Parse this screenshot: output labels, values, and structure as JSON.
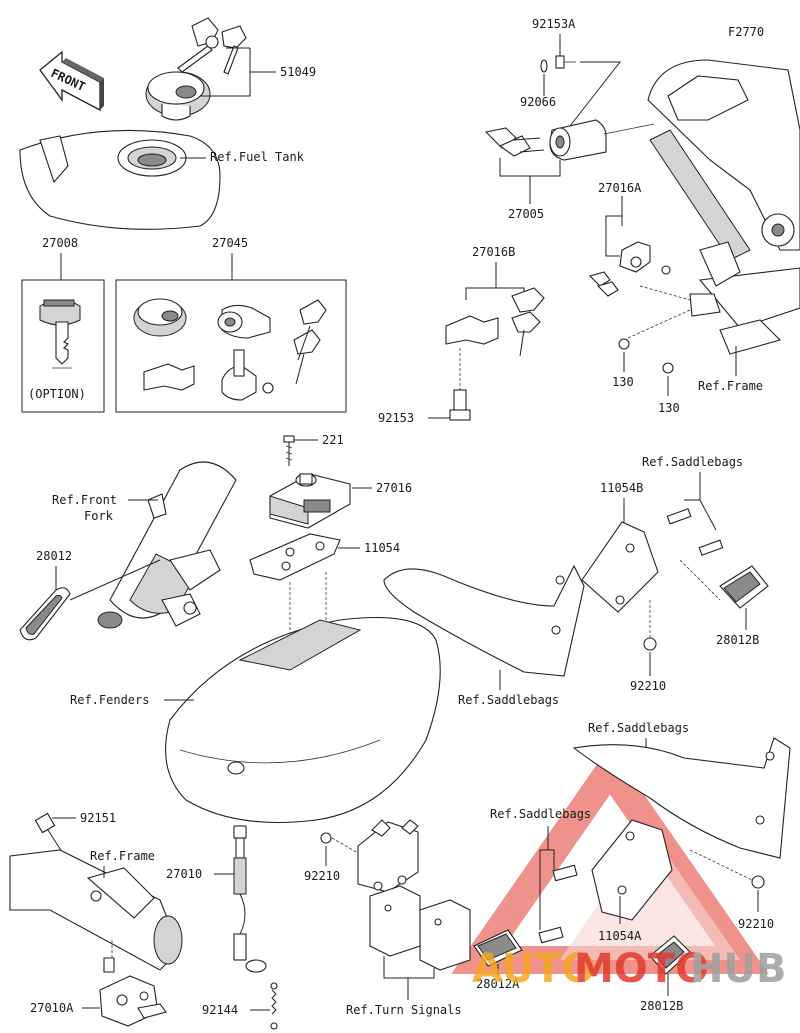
{
  "figure_code": "F2770",
  "front_arrow_label": "FRONT",
  "parts": {
    "p51049": "51049",
    "p27005": "27005",
    "p92153A": "92153A",
    "p92066": "92066",
    "p27016A": "27016A",
    "p27016B": "27016B",
    "p27008": "27008",
    "p27045": "27045",
    "p92153": "92153",
    "p130a": "130",
    "p130b": "130",
    "p221": "221",
    "p27016": "27016",
    "p11054": "11054",
    "p11054B": "11054B",
    "p28012": "28012",
    "p28012B_top": "28012B",
    "p92210_a": "92210",
    "p92151": "92151",
    "p27010": "27010",
    "p92210_b": "92210",
    "p27010A": "27010A",
    "p92144": "92144",
    "p28012A": "28012A",
    "p11054A": "11054A",
    "p92210_c": "92210",
    "p28012B_bottom": "28012B"
  },
  "references": {
    "fuel_tank": "Ref.Fuel Tank",
    "frame_top": "Ref.Frame",
    "front_fork_1": "Ref.Front",
    "front_fork_2": "Fork",
    "saddlebags_1": "Ref.Saddlebags",
    "fenders": "Ref.Fenders",
    "saddlebags_2": "Ref.Saddlebags",
    "saddlebags_3": "Ref.Saddlebags",
    "frame_bottom": "Ref.Frame",
    "saddlebags_4": "Ref.Saddlebags",
    "turn_signals": "Ref.Turn Signals"
  },
  "option_note": "(OPTION)",
  "watermark": {
    "part1": "AUTO",
    "part2": "MOTO",
    "part3": "HUB",
    "colors": {
      "orange": "#f6a623",
      "red": "#e23a2e",
      "gray": "#9e9e9e"
    }
  }
}
